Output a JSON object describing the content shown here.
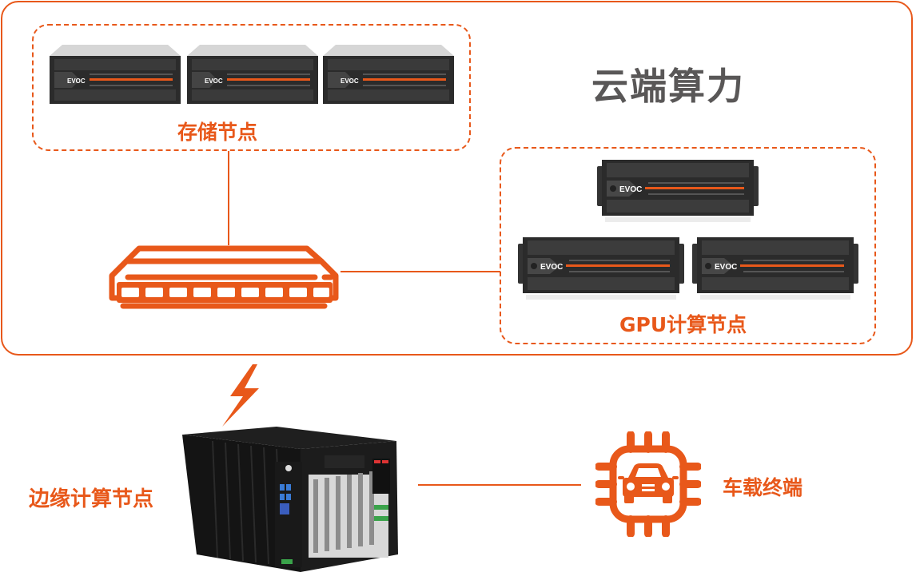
{
  "diagram": {
    "title": "云端算力",
    "groups": {
      "storage": {
        "label": "存储节点",
        "servers": [
          {
            "brand": "EVOC"
          },
          {
            "brand": "EVOC"
          },
          {
            "brand": "EVOC"
          }
        ]
      },
      "gpu": {
        "label": "GPU计算节点",
        "servers": [
          {
            "brand": "EVOC"
          },
          {
            "brand": "EVOC"
          },
          {
            "brand": "EVOC"
          }
        ]
      }
    },
    "switch": {
      "icon": "network-switch-icon",
      "port_count": 9
    },
    "edge": {
      "label": "边缘计算节点",
      "link_icon": "lightning-bolt-icon"
    },
    "vehicle": {
      "label": "车载终端",
      "icon": "car-chip-icon"
    },
    "colors": {
      "accent": "#e8581a",
      "title_gray": "#595757",
      "server_dark": "#2b2b2b"
    }
  }
}
